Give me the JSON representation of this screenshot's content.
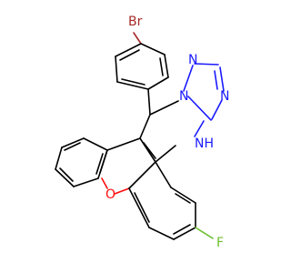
{
  "molecule": {
    "atoms": [
      {
        "id": "Br",
        "symbol": "Br",
        "color": "#a62929"
      },
      {
        "id": "N1",
        "symbol": "N",
        "color": "#1a1aff"
      },
      {
        "id": "N2",
        "symbol": "N",
        "color": "#1a1aff"
      },
      {
        "id": "N3",
        "symbol": "N",
        "color": "#1a1aff"
      },
      {
        "id": "NH",
        "symbol": "NH",
        "color": "#1a1aff"
      },
      {
        "id": "O",
        "symbol": "O",
        "color": "#ff0d0d"
      },
      {
        "id": "F",
        "symbol": "F",
        "color": "#6bbf2e"
      }
    ]
  }
}
